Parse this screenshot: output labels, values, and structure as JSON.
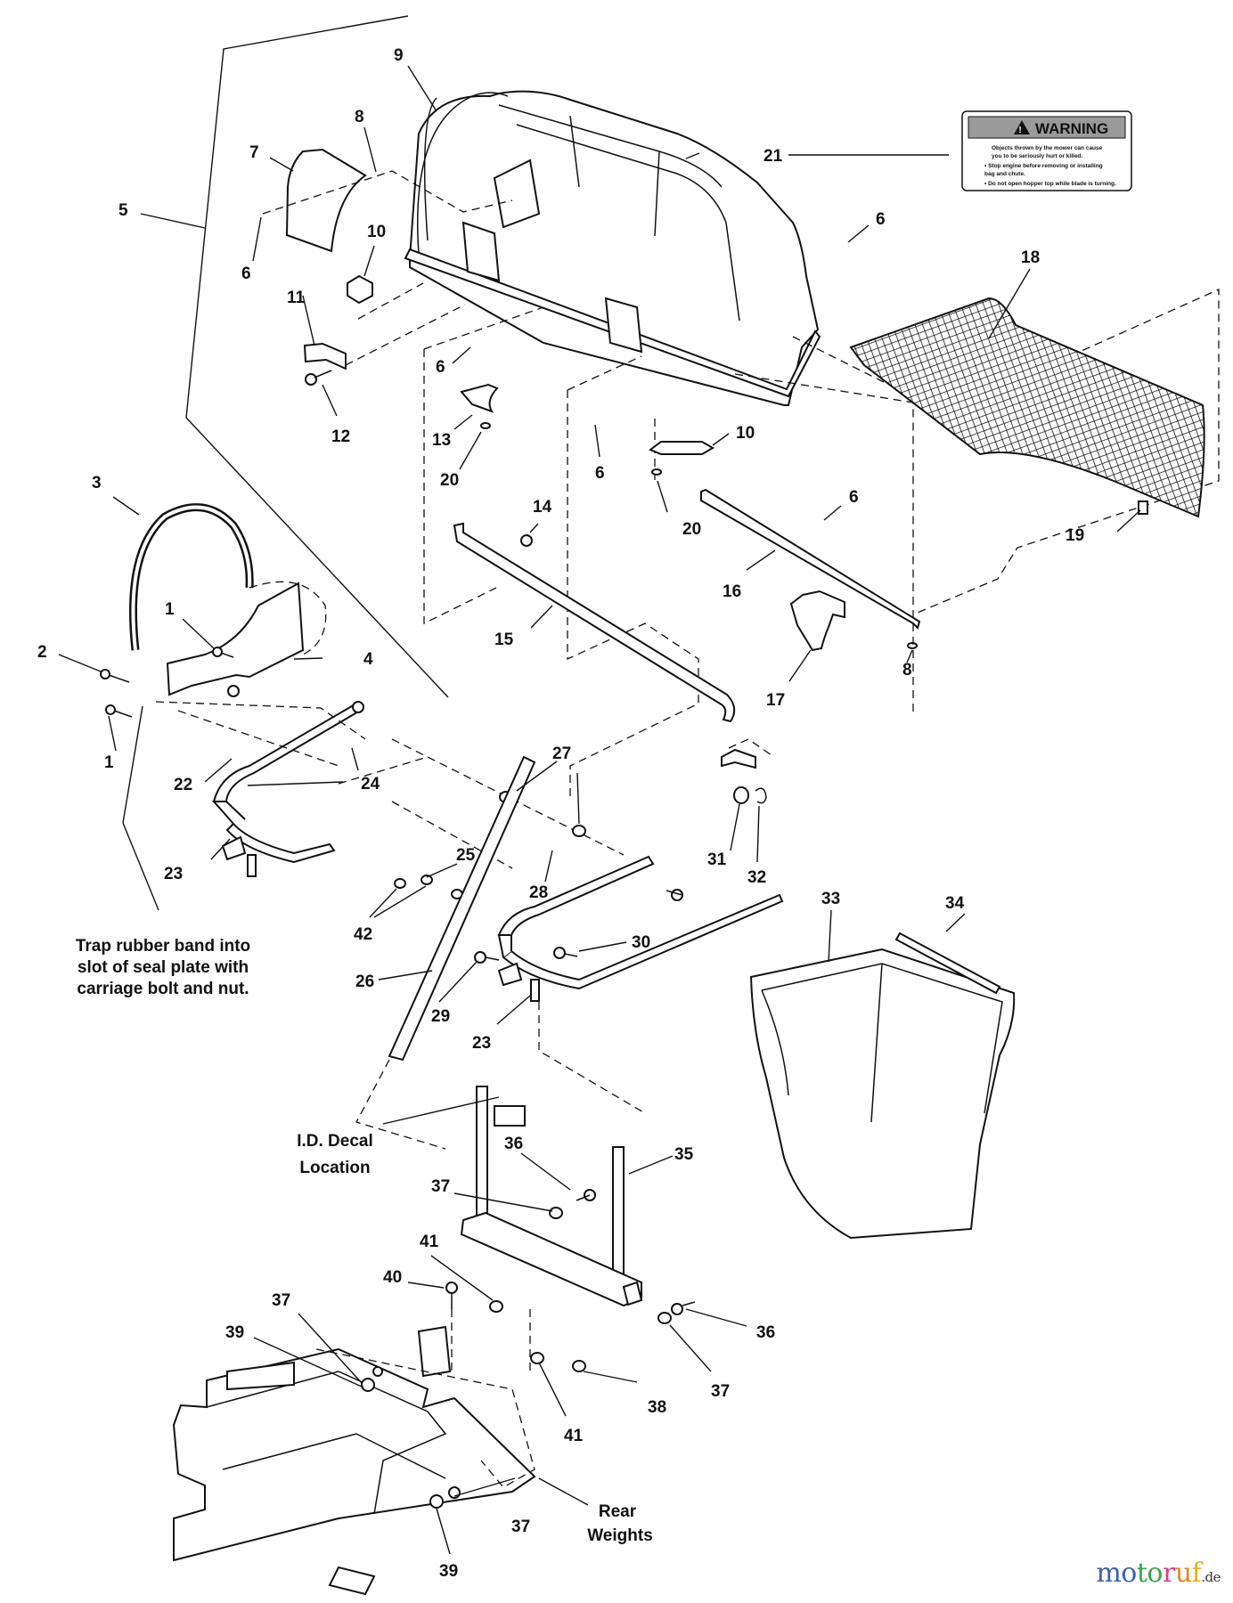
{
  "diagram": {
    "title": "Grass catcher hopper assembly exploded parts diagram",
    "callouts": [
      {
        "id": "c9",
        "label": "9"
      },
      {
        "id": "c8",
        "label": "8"
      },
      {
        "id": "c7",
        "label": "7"
      },
      {
        "id": "c5",
        "label": "5"
      },
      {
        "id": "c6a",
        "label": "6"
      },
      {
        "id": "c10a",
        "label": "10"
      },
      {
        "id": "c11",
        "label": "11"
      },
      {
        "id": "c12",
        "label": "12"
      },
      {
        "id": "c21",
        "label": "21"
      },
      {
        "id": "c6b",
        "label": "6"
      },
      {
        "id": "c18",
        "label": "18"
      },
      {
        "id": "c6c",
        "label": "6"
      },
      {
        "id": "c13",
        "label": "13"
      },
      {
        "id": "c20a",
        "label": "20"
      },
      {
        "id": "c6d",
        "label": "6"
      },
      {
        "id": "c10b",
        "label": "10"
      },
      {
        "id": "c20b",
        "label": "20"
      },
      {
        "id": "c6e",
        "label": "6"
      },
      {
        "id": "c19",
        "label": "19"
      },
      {
        "id": "c14",
        "label": "14"
      },
      {
        "id": "c16",
        "label": "16"
      },
      {
        "id": "c15",
        "label": "15"
      },
      {
        "id": "c17",
        "label": "17"
      },
      {
        "id": "c8b",
        "label": "8"
      },
      {
        "id": "c3",
        "label": "3"
      },
      {
        "id": "c1a",
        "label": "1"
      },
      {
        "id": "c2",
        "label": "2"
      },
      {
        "id": "c4",
        "label": "4"
      },
      {
        "id": "c1b",
        "label": "1"
      },
      {
        "id": "c22",
        "label": "22"
      },
      {
        "id": "c24",
        "label": "24"
      },
      {
        "id": "c27",
        "label": "27"
      },
      {
        "id": "c23a",
        "label": "23"
      },
      {
        "id": "c25",
        "label": "25"
      },
      {
        "id": "c28",
        "label": "28"
      },
      {
        "id": "c42",
        "label": "42"
      },
      {
        "id": "c31",
        "label": "31"
      },
      {
        "id": "c32",
        "label": "32"
      },
      {
        "id": "c33",
        "label": "33"
      },
      {
        "id": "c34",
        "label": "34"
      },
      {
        "id": "c30",
        "label": "30"
      },
      {
        "id": "c26",
        "label": "26"
      },
      {
        "id": "c29",
        "label": "29"
      },
      {
        "id": "c23b",
        "label": "23"
      },
      {
        "id": "c35",
        "label": "35"
      },
      {
        "id": "c36a",
        "label": "36"
      },
      {
        "id": "c37a",
        "label": "37"
      },
      {
        "id": "c41a",
        "label": "41"
      },
      {
        "id": "c40",
        "label": "40"
      },
      {
        "id": "c37b",
        "label": "37"
      },
      {
        "id": "c39a",
        "label": "39"
      },
      {
        "id": "c36b",
        "label": "36"
      },
      {
        "id": "c37c",
        "label": "37"
      },
      {
        "id": "c41b",
        "label": "41"
      },
      {
        "id": "c38",
        "label": "38"
      },
      {
        "id": "c37d",
        "label": "37"
      },
      {
        "id": "c39b",
        "label": "39"
      }
    ],
    "notes": {
      "rubber_band": [
        "Trap rubber band into",
        "slot of seal plate with",
        "carriage bolt and nut."
      ],
      "id_decal": [
        "I.D. Decal",
        "Location"
      ],
      "rear_weights": [
        "Rear",
        "Weights"
      ]
    },
    "warning_label": {
      "title": "WARNING",
      "lines": [
        "Objects thrown by the mower can cause",
        "you to be seriously hurt or killed.",
        "• Stop engine before removing or installing",
        "bag and chute.",
        "• Do not open hopper top while blade is turning."
      ]
    }
  },
  "watermark": {
    "letters": [
      {
        "ch": "m",
        "color": "#3a62b0"
      },
      {
        "ch": "o",
        "color": "#3a62b0"
      },
      {
        "ch": "t",
        "color": "#3aa34a"
      },
      {
        "ch": "o",
        "color": "#3aa34a"
      },
      {
        "ch": "r",
        "color": "#d9408a"
      },
      {
        "ch": "u",
        "color": "#e08a1e"
      },
      {
        "ch": "f",
        "color": "#e0b01e"
      }
    ],
    "tld": ".de"
  }
}
